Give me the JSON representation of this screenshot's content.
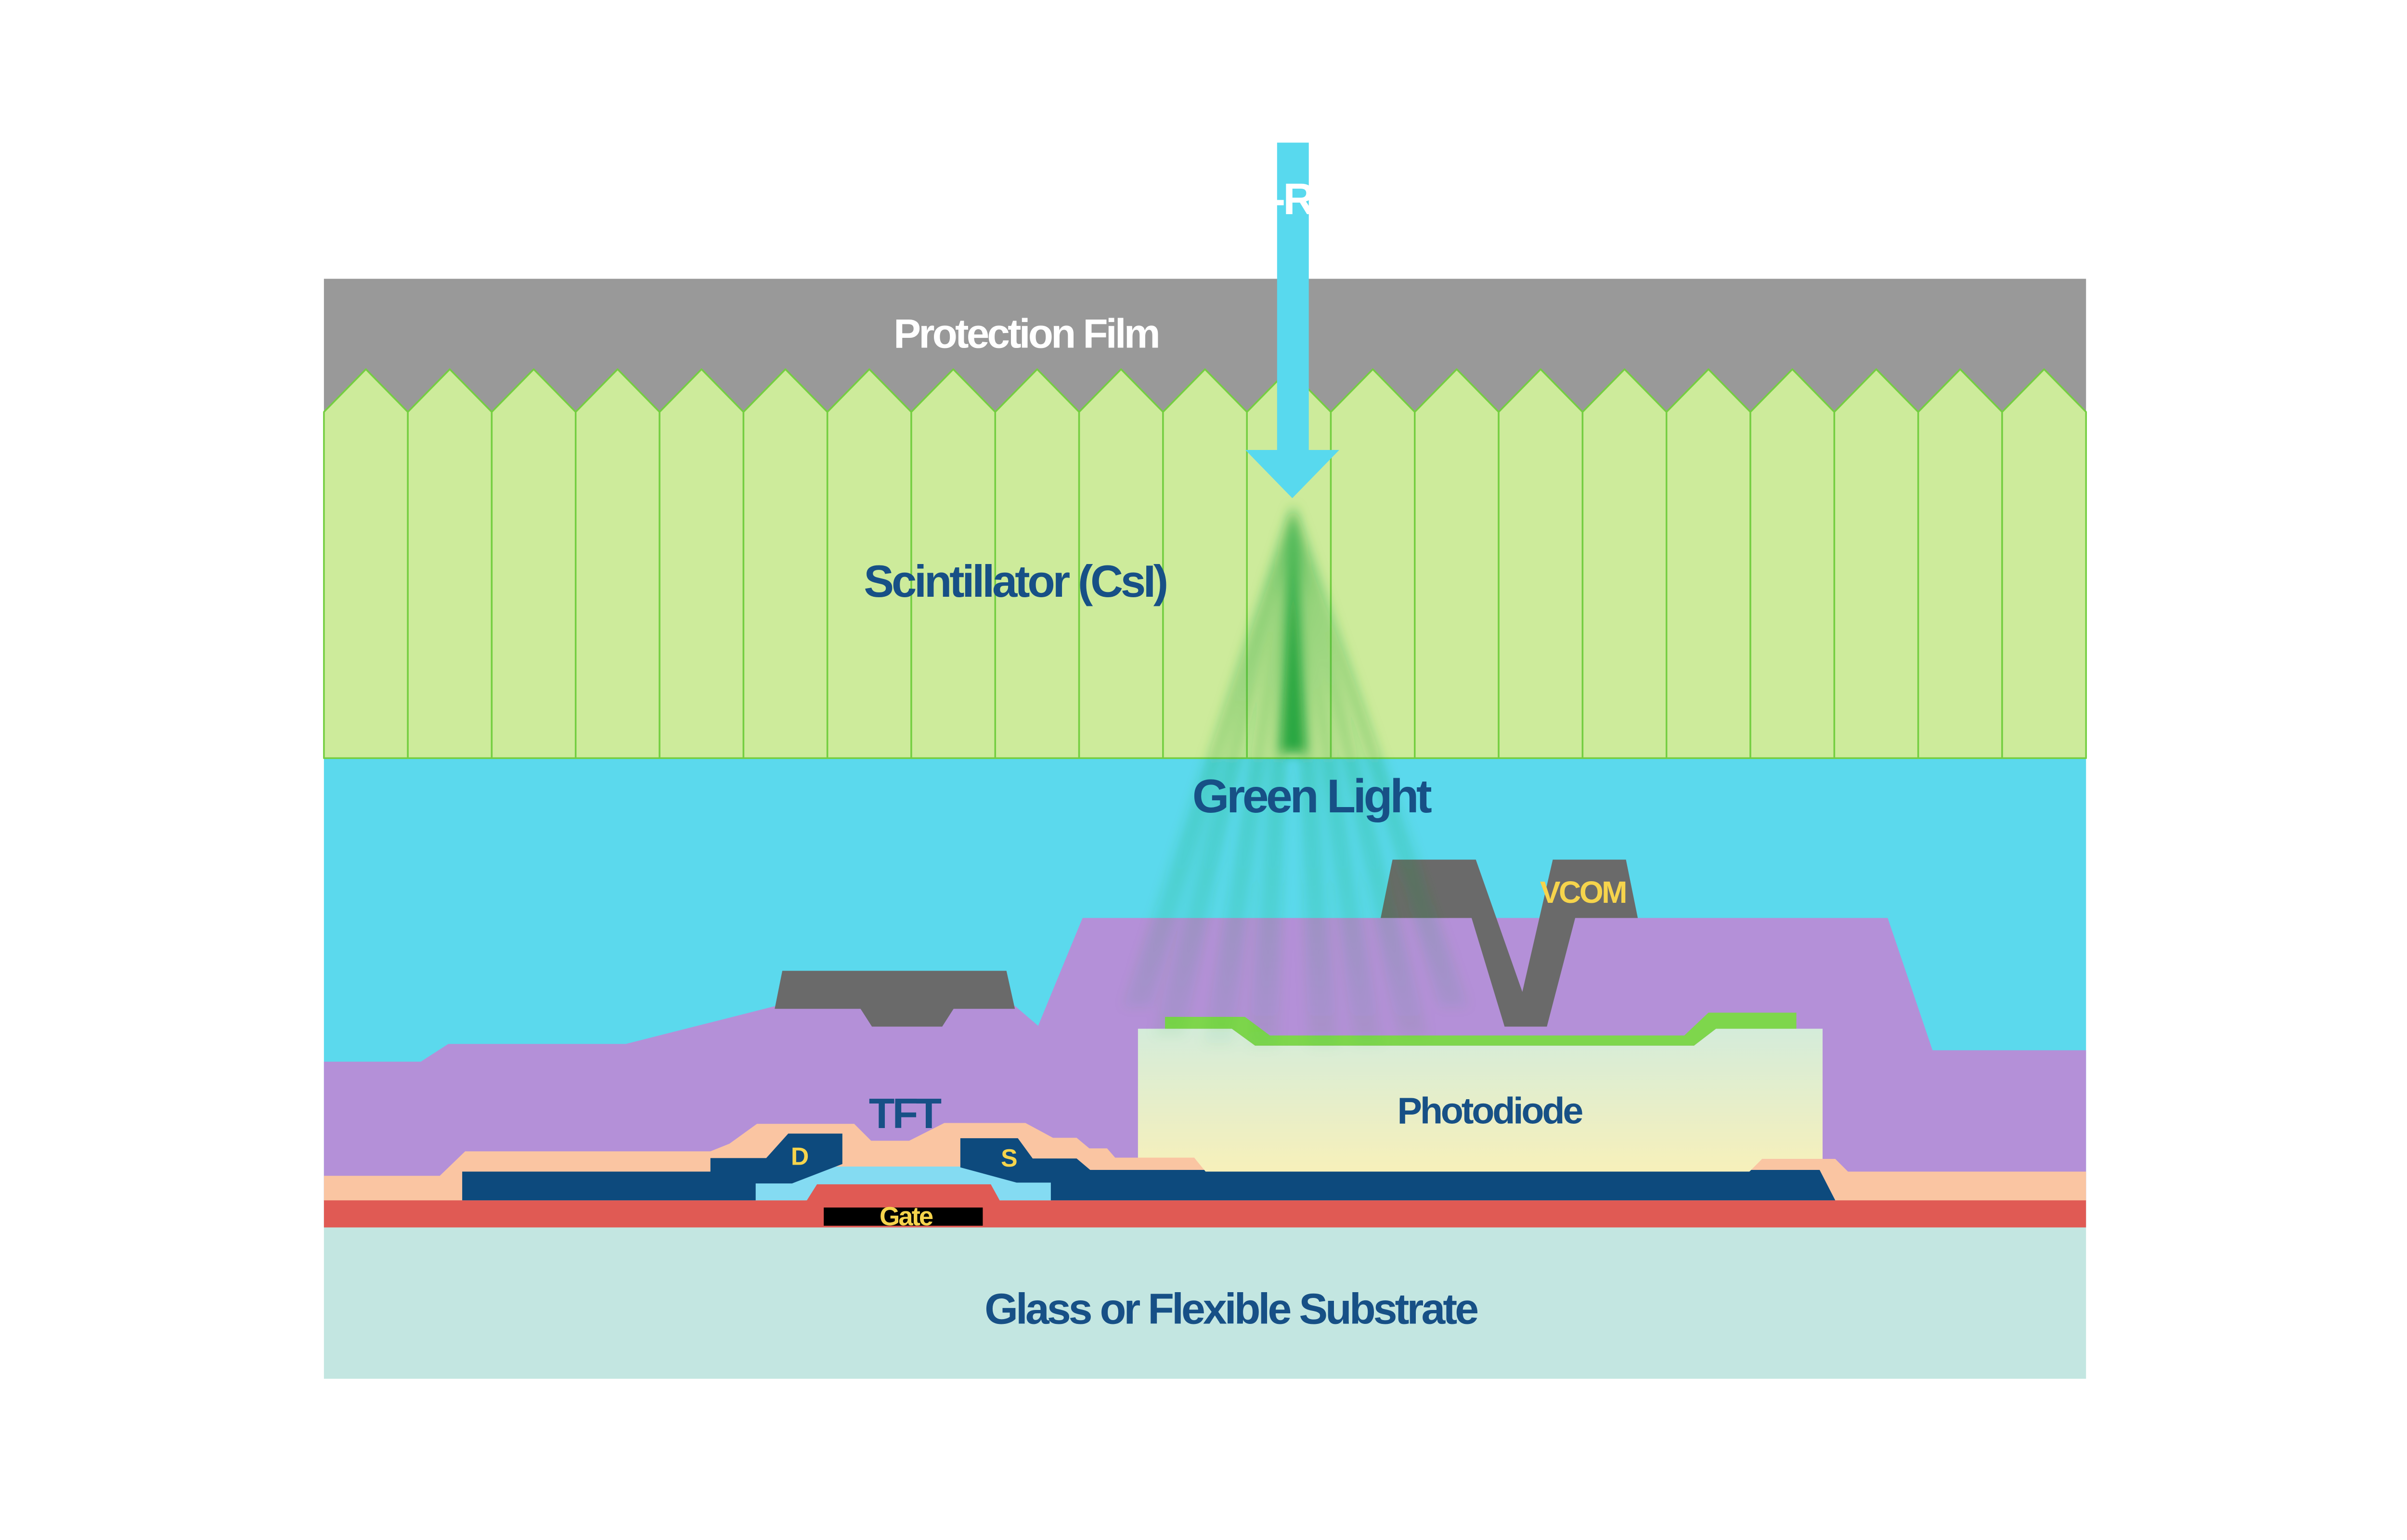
{
  "labels": {
    "xray": "X-Ray",
    "protection_film": "Protection Film",
    "scintillator": "Scintillator (CsI)",
    "green_light": "Green Light",
    "vcom": "VCOM",
    "tft": "TFT",
    "drain": "D",
    "source": "S",
    "gate": "Gate",
    "photodiode": "Photodiode",
    "substrate": "Glass or Flexible Substrate"
  },
  "colors": {
    "background": "#ffffff",
    "protection_gray": "#999999",
    "scintillator_fill": "#cdeb9b",
    "scintillator_stroke": "#74ce41",
    "cyan": "#5bd9ed",
    "purple": "#b490d8",
    "electrode_gray": "#6a6a6a",
    "salmon": "#fac5a2",
    "navy": "#0d4a7d",
    "channel_blue": "#84dbf2",
    "red": "#e05a54",
    "black": "#000000",
    "substrate_teal": "#c3e6e1",
    "photodiode_top": "#d4ecda",
    "photodiode_bottom": "#f7f0ba",
    "cap_green": "#7ed64c",
    "cone_green": "#16a037",
    "label_navy": "#175086",
    "label_yellow": "#f6d44c",
    "label_white": "#ffffff",
    "arrow_cyan": "#58d9ee"
  },
  "scintillator": {
    "column_count": 21
  }
}
